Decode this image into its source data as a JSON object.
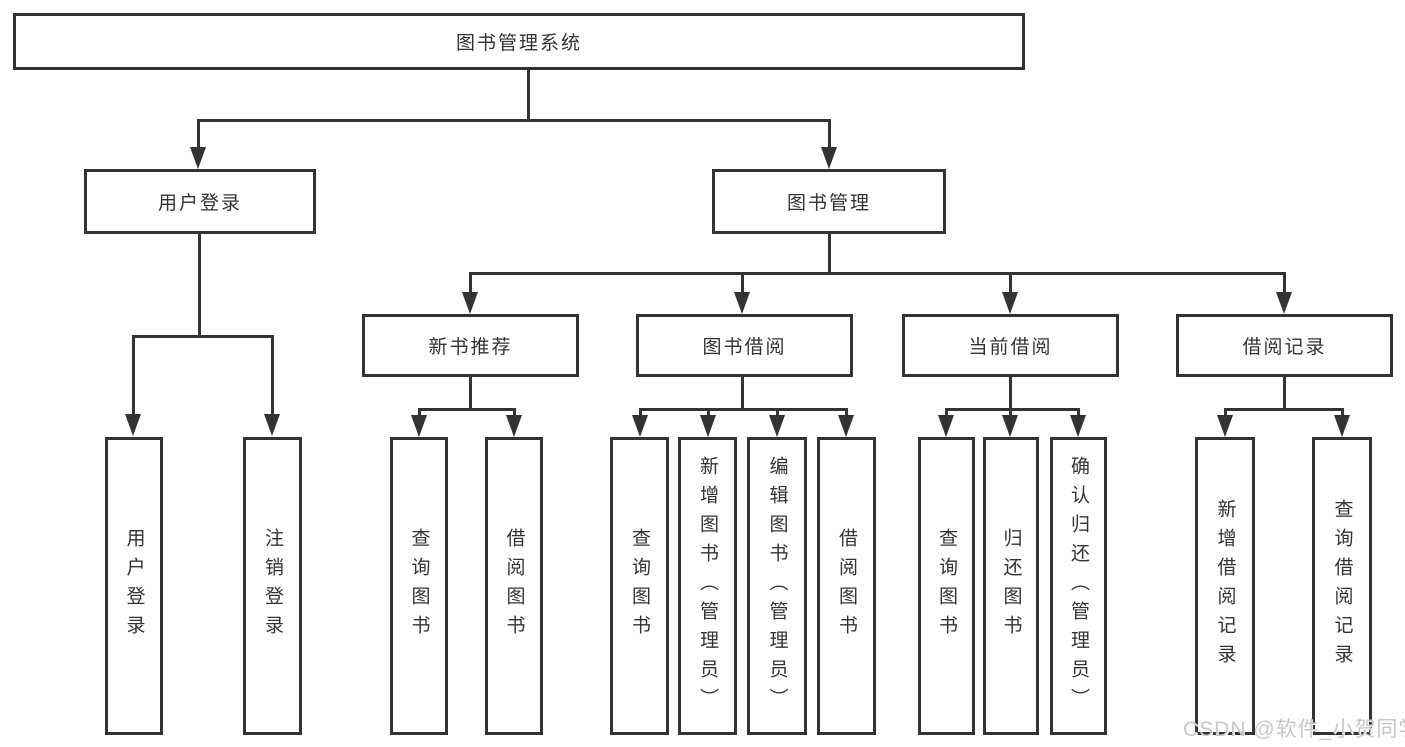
{
  "tree": {
    "root": {
      "label": "图书管理系统"
    },
    "level2": [
      {
        "label": "用户登录"
      },
      {
        "label": "图书管理"
      }
    ],
    "level3": [
      {
        "label": "新书推荐"
      },
      {
        "label": "图书借阅"
      },
      {
        "label": "当前借阅"
      },
      {
        "label": "借阅记录"
      }
    ],
    "leaves": [
      {
        "label": "用户登录"
      },
      {
        "label": "注销登录"
      },
      {
        "label": "查询图书"
      },
      {
        "label": "借阅图书"
      },
      {
        "label": "查询图书"
      },
      {
        "label": "新增图书（管理员）"
      },
      {
        "label": "编辑图书（管理员）"
      },
      {
        "label": "借阅图书"
      },
      {
        "label": "查询图书"
      },
      {
        "label": "归还图书"
      },
      {
        "label": "确认归还（管理员）"
      },
      {
        "label": "新增借阅记录"
      },
      {
        "label": "查询借阅记录"
      }
    ]
  },
  "watermark": "CSDN @软件_小贺同学",
  "colors": {
    "line": "#333333",
    "box_fill": "#ffffff",
    "text": "#333333",
    "watermark": "#c8c8c8",
    "background": "#ffffff"
  }
}
